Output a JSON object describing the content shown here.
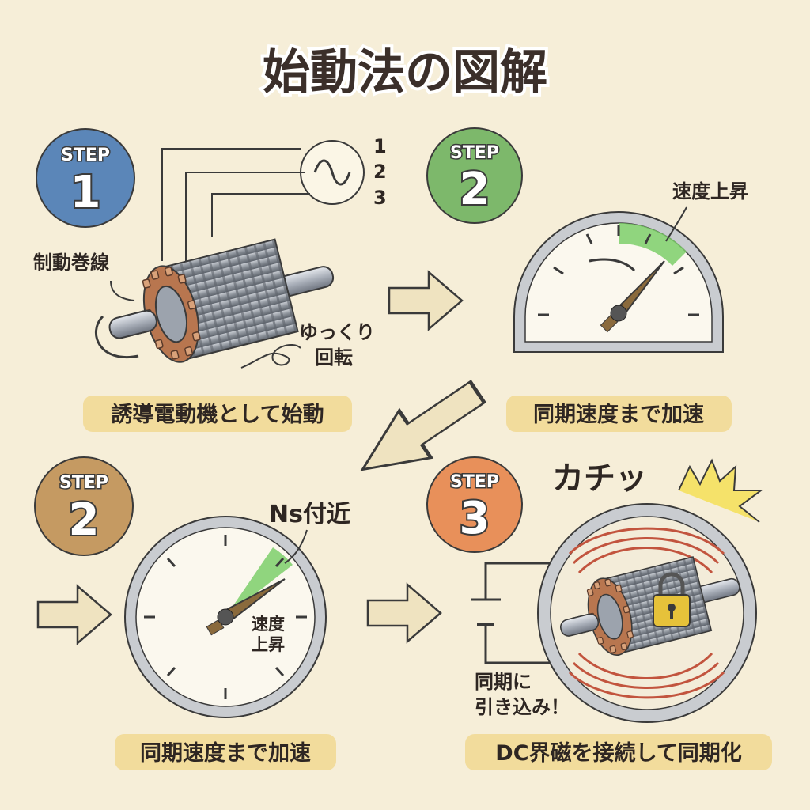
{
  "title": "始動法の図解",
  "colors": {
    "background": "#f6eed8",
    "caption": "#f2dc9c",
    "step1": "#5b86b8",
    "step2": "#7db86b",
    "step2b": "#c59a62",
    "step3": "#e8905a",
    "copper": "#b5714f",
    "green_zone": "#7ccf6a"
  },
  "panels": [
    {
      "badge_label": "STEP",
      "badge_number": "1",
      "phase_labels": [
        "1",
        "2",
        "3"
      ],
      "winding_label": "制動巻線",
      "rotation_label": [
        "ゆっくり",
        "回転"
      ],
      "caption": "誘導電動機として始動"
    },
    {
      "badge_label": "STEP",
      "badge_number": "2",
      "gauge_label": "速度上昇",
      "caption": "同期速度まで加速"
    },
    {
      "badge_label": "STEP",
      "badge_number": "2",
      "gauge_label": "Ns付近",
      "speed_label": [
        "速度",
        "上昇"
      ],
      "caption": "同期速度まで加速"
    },
    {
      "badge_label": "STEP",
      "badge_number": "3",
      "click_label": "カチッ",
      "pull_label": [
        "同期に",
        "引き込み！"
      ],
      "caption": "DC界磁を接続して同期化"
    }
  ]
}
